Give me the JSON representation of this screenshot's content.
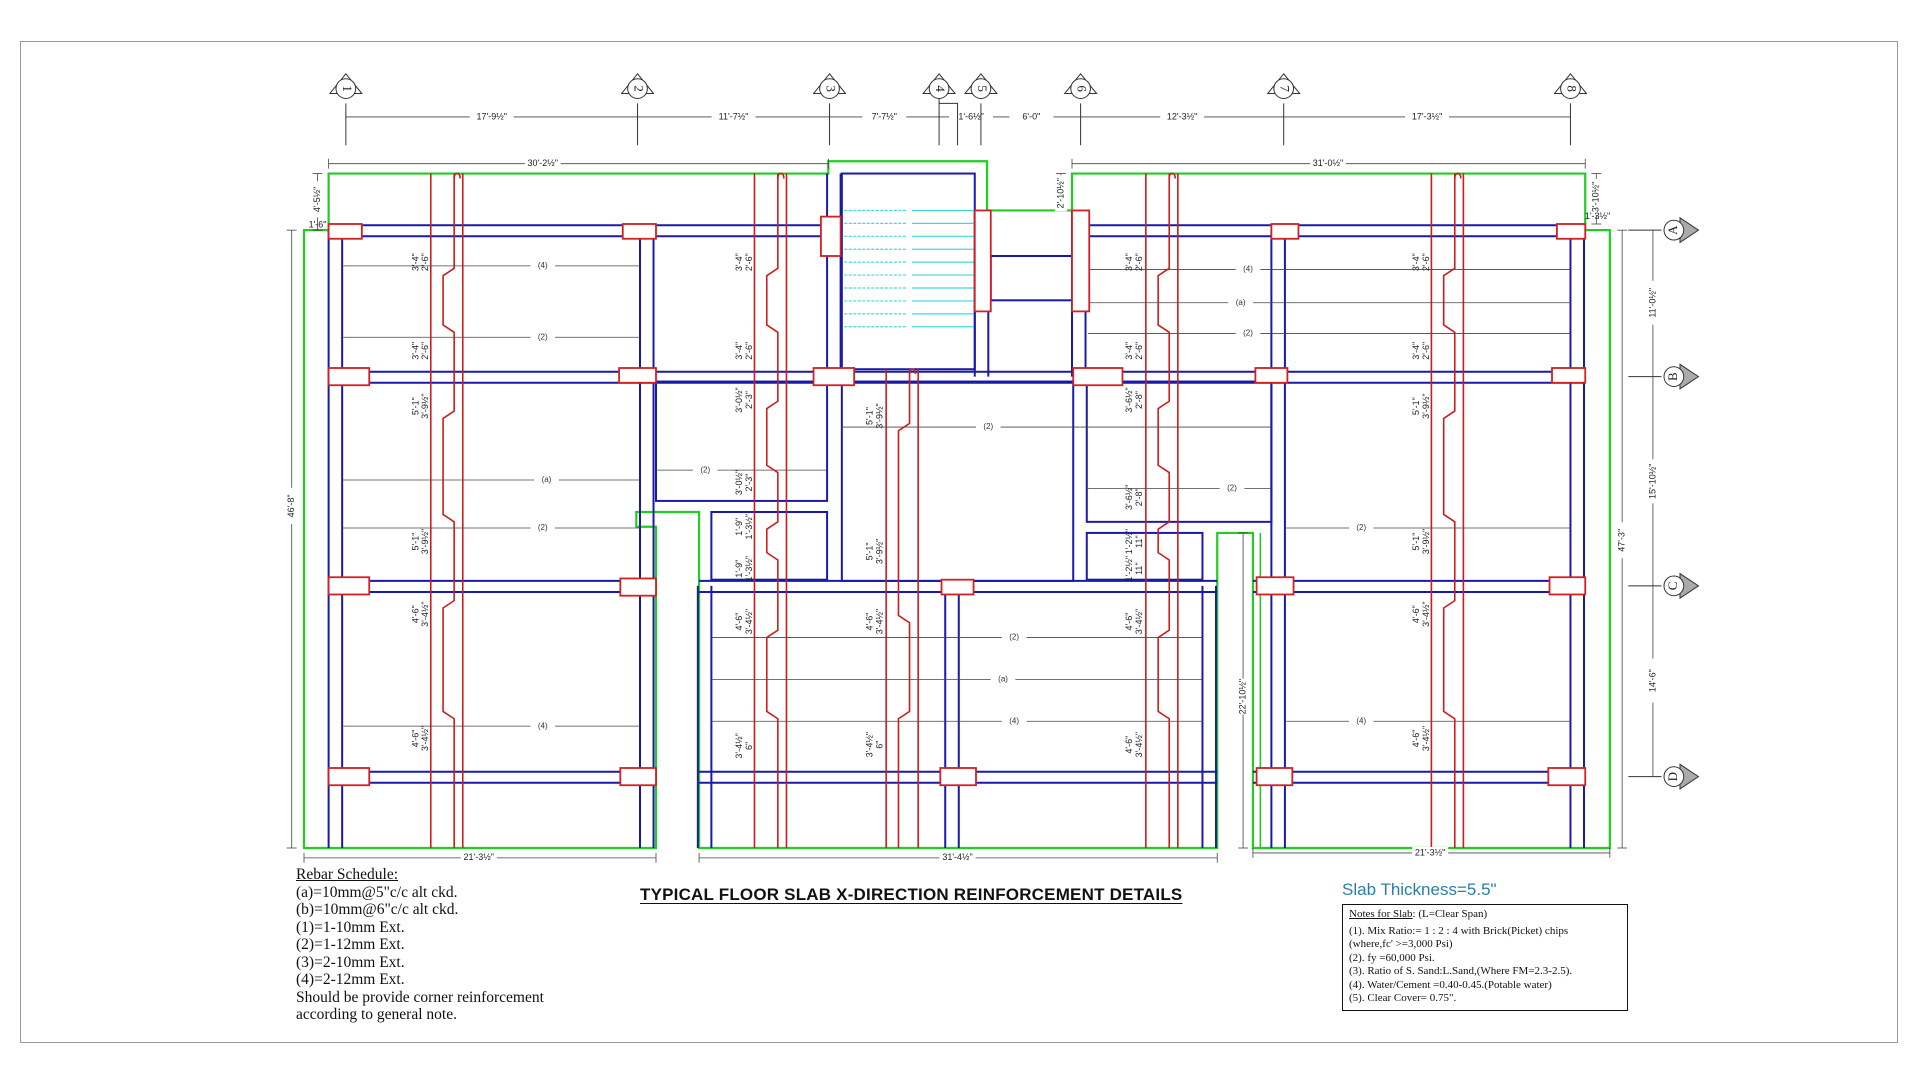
{
  "drawing": {
    "title": "TYPICAL FLOOR SLAB X-DIRECTION REINFORCEMENT DETAILS",
    "slab_thickness_label": "Slab Thickness=5.5\"",
    "colors": {
      "beam": "#1a1aa8",
      "column": "#d42020",
      "rebar": "#c81e1e",
      "slab_outline": "#22cc22",
      "stair": "#40d8e0",
      "dimension": "#333333",
      "slab_thickness_text": "#2a7fa8"
    }
  },
  "grid": {
    "columns": [
      {
        "label": "1"
      },
      {
        "label": "2"
      },
      {
        "label": "3"
      },
      {
        "label": "4"
      },
      {
        "label": "5"
      },
      {
        "label": "6"
      },
      {
        "label": "7"
      },
      {
        "label": "8"
      }
    ],
    "column_spacings": [
      "17'-9½\"",
      "11'-7½\"",
      "7'-7½\"",
      "1'-6½\"",
      "6'-0\"",
      "12'-3½\"",
      "17'-3½\""
    ],
    "rows": [
      {
        "label": "A"
      },
      {
        "label": "B"
      },
      {
        "label": "C"
      },
      {
        "label": "D"
      }
    ],
    "row_spacings": [
      "11'-0½\"",
      "15'-10½\"",
      "14'-6\""
    ]
  },
  "overall_dimensions": {
    "top_left": "30'-2½\"",
    "top_right": "31'-0½\"",
    "left_height": "46'-8\"",
    "right_height": "47'-3\"",
    "bottom_left": "21'-3½\"",
    "bottom_center": "31'-4½\"",
    "bottom_right": "21'-3½\"",
    "center_gap_height": "22'-10½\"",
    "top_left_offset": "4'-5½\"",
    "left_offset": "1'-6\"",
    "top_right_offset": "3'-10½\"",
    "right_offset": "1'-3½\"",
    "stair_offset": "2'-10½\""
  },
  "bar_marks": {
    "four": "(4)",
    "two": "(2)",
    "a": "(a)"
  },
  "rebar_dims": {
    "d1": "3'-4\"",
    "d2": "2'-6\"",
    "d3": "5'-1\"",
    "d4": "3'-9½\"",
    "d5": "4'-6\"",
    "d6": "3'-4½\"",
    "d7": "3'-0½\"",
    "d8": "2'-3\"",
    "d9": "1'-9\"",
    "d10": "1'-3½\"",
    "d11": "3'-6½\"",
    "d12": "2'-8\"",
    "d13": "1'-2½\"",
    "d14": "11\"",
    "d15": "6\""
  },
  "rebar_schedule": {
    "heading": "Rebar Schedule:",
    "lines": [
      "(a)=10mm@5\"c/c alt ckd.",
      "(b)=10mm@6\"c/c alt ckd.",
      "(1)=1-10mm Ext.",
      "(2)=1-12mm Ext.",
      "(3)=2-10mm Ext.",
      "(4)=2-12mm Ext.",
      "Should be provide corner  reinforcement",
      "according to general note."
    ]
  },
  "notes": {
    "heading": "Notes for Slab",
    "heading_suffix": ": (L=Clear Span)",
    "lines": [
      "(1). Mix Ratio:= 1 : 2 : 4 with Brick(Picket) chips",
      "(where,fc' >=3,000 Psi)",
      "(2). fy =60,000 Psi.",
      "(3). Ratio of S. Sand:L.Sand,(Where FM=2.3-2.5).",
      "(4). Water/Cement =0.40-0.45.(Potable water)",
      "(5). Clear Cover= 0.75\"."
    ]
  }
}
